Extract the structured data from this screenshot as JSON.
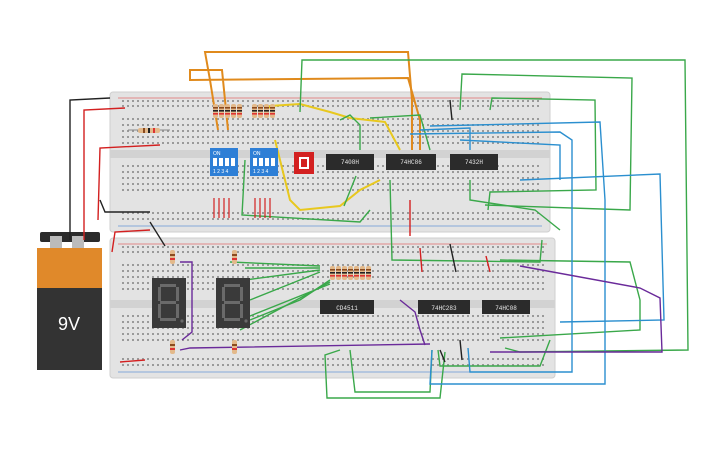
{
  "canvas": {
    "title": "Circuit workspace (breadboard simulation)"
  },
  "battery": {
    "label": "9V",
    "icon": "battery-icon"
  },
  "chips": [
    {
      "id": "chip-top-1",
      "label": "7408H"
    },
    {
      "id": "chip-top-2",
      "label": "74HC86"
    },
    {
      "id": "chip-top-3",
      "label": "7432H"
    },
    {
      "id": "chip-bottom-1",
      "label": "CD4511"
    },
    {
      "id": "chip-bottom-2",
      "label": "74HC283"
    },
    {
      "id": "chip-bottom-3",
      "label": "74HC08"
    }
  ],
  "dip_switches": [
    {
      "label": "ON",
      "numbers": "1 2 3 4"
    },
    {
      "label": "ON",
      "numbers": "1 2 3 4"
    }
  ],
  "displays": [
    {
      "name": "seven-segment-display-left",
      "digit": "8."
    },
    {
      "name": "seven-segment-display-right",
      "digit": "8."
    }
  ],
  "colors": {
    "board": "#e3e3e3",
    "rail_red": "#d33",
    "rail_blue": "#2a6fcf",
    "wire_orange": "#e08a1c",
    "wire_green": "#3aa84a",
    "wire_blue": "#2b8fcf",
    "wire_yellow": "#e8c81e",
    "wire_red": "#d32020",
    "wire_black": "#222222",
    "wire_purple": "#6a2a9a",
    "chip": "#2b2b2b",
    "dip": "#2e7fd6",
    "battery_body": "#e0892a",
    "battery_band": "#333333"
  }
}
